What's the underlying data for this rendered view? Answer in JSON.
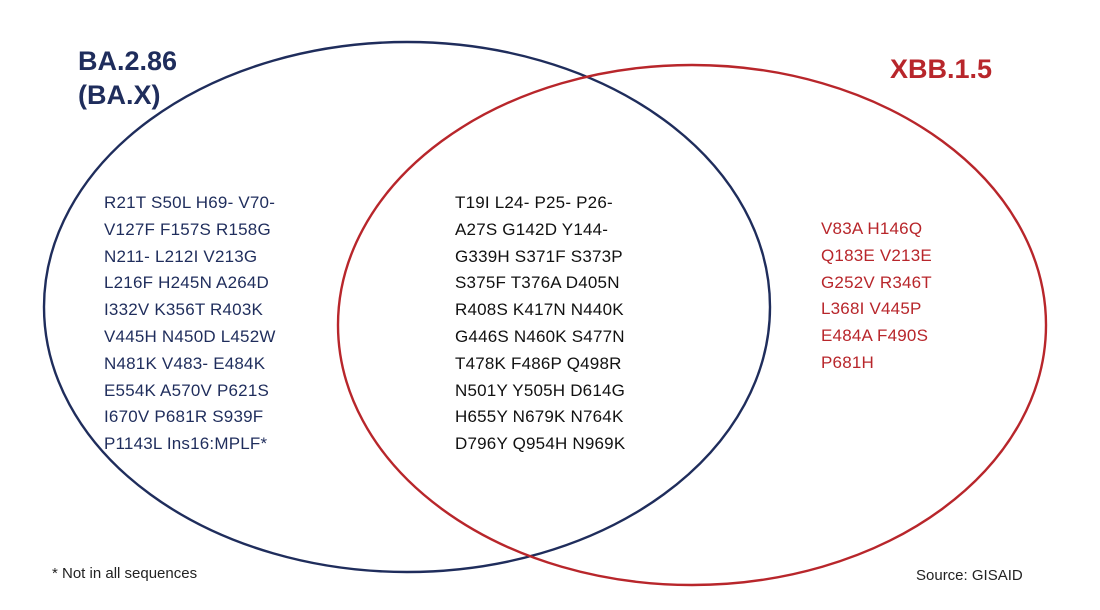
{
  "colors": {
    "left_set": "#1f2d5c",
    "right_set": "#b8262b",
    "shared_text": "#111111"
  },
  "sets": {
    "left": {
      "title_line1": "BA.2.86",
      "title_line2": "(BA.X)",
      "mutation_rows": [
        "R21T  S50L  H69-  V70-",
        "V127F  F157S  R158G",
        "N211-  L212I  V213G",
        "L216F  H245N  A264D",
        "I332V  K356T  R403K",
        "V445H  N450D  L452W",
        "N481K  V483-  E484K",
        "E554K  A570V  P621S",
        "I670V  P681R  S939F",
        "P1143L  Ins16:MPLF*"
      ]
    },
    "shared": {
      "mutation_rows": [
        "T19I  L24-  P25-  P26-",
        "A27S  G142D  Y144-",
        "G339H  S371F  S373P",
        "S375F  T376A  D405N",
        "R408S  K417N  N440K",
        "G446S  N460K  S477N",
        "T478K  F486P  Q498R",
        "N501Y  Y505H  D614G",
        "H655Y  N679K  N764K",
        "D796Y  Q954H  N969K"
      ]
    },
    "right": {
      "title": "XBB.1.5",
      "mutation_rows": [
        "V83A  H146Q",
        "Q183E  V213E",
        "G252V  R346T",
        "L368I  V445P",
        "E484A  F490S",
        "P681H"
      ]
    }
  },
  "footnote": "* Not in all sequences",
  "source": "Source: GISAID"
}
